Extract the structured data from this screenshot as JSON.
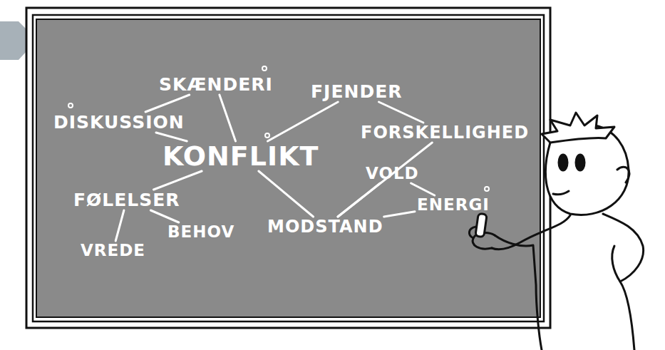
{
  "diagram": {
    "nodes": [
      {
        "text": [
          "SKÆNDERI"
        ]
      },
      {
        "text": [
          "FJENDER"
        ]
      },
      {
        "text": [
          "DISKUSSION"
        ]
      },
      {
        "text": [
          "FORSKELLIGHED"
        ]
      },
      {
        "text": [
          "KONFLIKT"
        ]
      },
      {
        "text": [
          "VOLD"
        ]
      },
      {
        "text": [
          "FØLELSER"
        ]
      },
      {
        "text": [
          "ENERGI"
        ]
      },
      {
        "text": [
          "BEHOV"
        ]
      },
      {
        "text": [
          "MODSTAND"
        ]
      },
      {
        "text": [
          "VREDE"
        ]
      }
    ],
    "edges": [
      {
        "from": 2,
        "to": 0,
        "arrow": "none"
      },
      {
        "from": 0,
        "to": 4,
        "arrow": "none"
      },
      {
        "from": 2,
        "to": 4,
        "arrow": "none"
      },
      {
        "from": 4,
        "to": 1,
        "arrow": "none"
      },
      {
        "from": 1,
        "to": 3,
        "arrow": "none"
      },
      {
        "from": 4,
        "to": 6,
        "arrow": "none"
      },
      {
        "from": 4,
        "to": 9,
        "arrow": "none"
      },
      {
        "from": 6,
        "to": 10,
        "arrow": "none"
      },
      {
        "from": 6,
        "to": 8,
        "arrow": "none"
      },
      {
        "from": 3,
        "to": 9,
        "arrow": "none"
      },
      {
        "from": 5,
        "to": 9,
        "arrow": "none"
      },
      {
        "from": 5,
        "to": 7,
        "arrow": "none"
      },
      {
        "from": 9,
        "to": 7,
        "arrow": "none"
      }
    ]
  }
}
